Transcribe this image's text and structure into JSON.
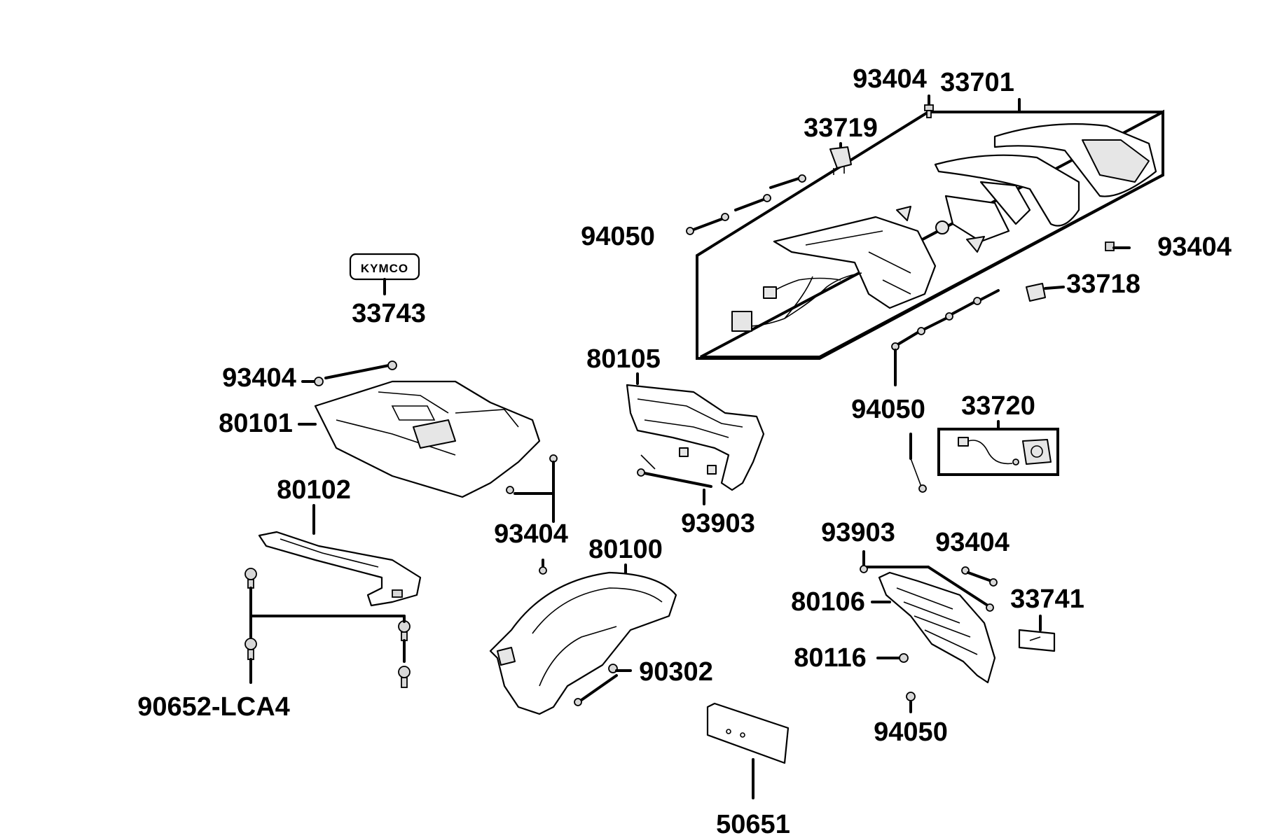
{
  "labels": {
    "p93404_top": "93404",
    "p33701": "33701",
    "p33719": "33719",
    "p94050_left": "94050",
    "p93404_right": "93404",
    "p33718": "33718",
    "p33743": "33743",
    "logo_text": "KYMCO",
    "p80105": "80105",
    "p93404_mid": "93404",
    "p80101": "80101",
    "p94050_mid": "94050",
    "p33720": "33720",
    "p80102": "80102",
    "p93404_lower": "93404",
    "p93903_a": "93903",
    "p80100": "80100",
    "p93903_b": "93903",
    "p93404_b": "93404",
    "p80106": "80106",
    "p33741": "33741",
    "p90302": "90302",
    "p80116": "80116",
    "p90652": "90652-LCA4",
    "p94050_bottom": "94050",
    "p50651": "50651"
  }
}
